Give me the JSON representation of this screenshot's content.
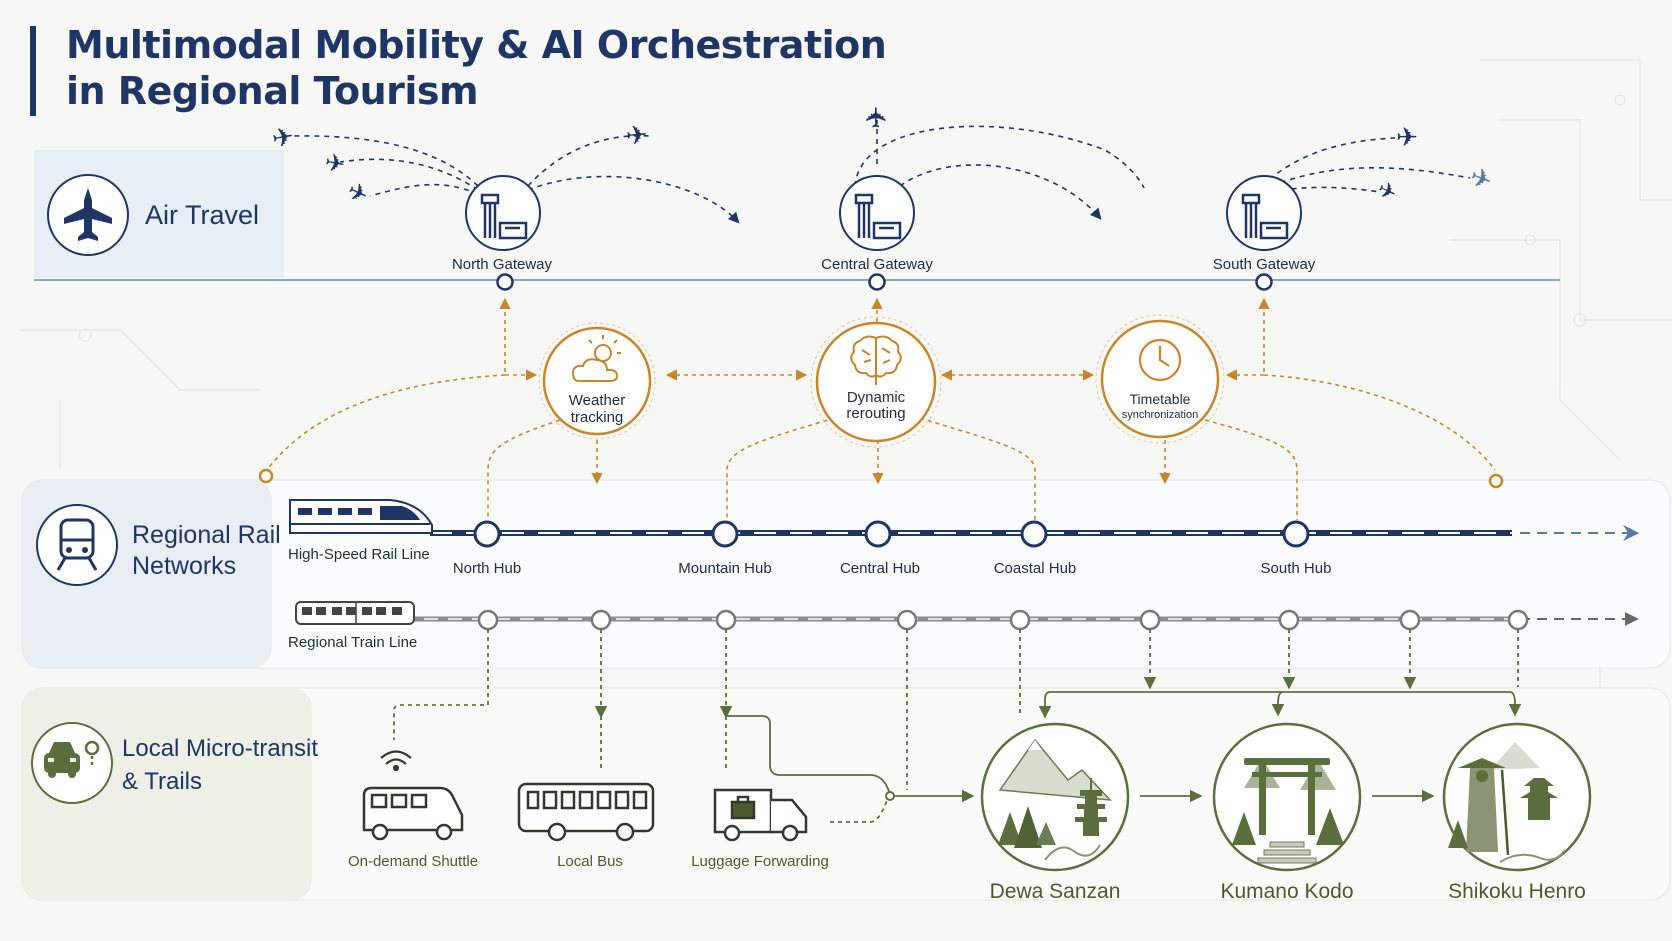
{
  "title": {
    "line1": "Multimodal Mobility & AI Orchestration",
    "line2": "in Regional Tourism"
  },
  "colors": {
    "navy": "#1f3566",
    "gold": "#c8862b",
    "green": "#5b6e3d",
    "air_band": "#e8eef6",
    "rail_band": "#e9eef5",
    "local_band": "#eef0e8"
  },
  "lanes": {
    "air": {
      "label": "Air Travel",
      "icon": "airplane-icon"
    },
    "rail": {
      "label_line1": "Regional Rail",
      "label_line2": "Networks",
      "icon": "train-icon"
    },
    "local": {
      "label_line1": "Local Micro-transit",
      "label_line2": "& Trails",
      "icon": "car-pin-icon"
    }
  },
  "gateways": [
    {
      "label": "North Gateway",
      "icon": "control-tower-icon"
    },
    {
      "label": "Central Gateway",
      "icon": "control-tower-icon"
    },
    {
      "label": "South Gateway",
      "icon": "control-tower-icon"
    }
  ],
  "ai_nodes": [
    {
      "line1": "Weather",
      "line2": "tracking",
      "icon": "cloud-sun-icon"
    },
    {
      "line1": "Dynamic",
      "line2": "rerouting",
      "icon": "brain-icon"
    },
    {
      "line1": "Timetable",
      "line2": "synchronization",
      "icon": "clock-icon"
    }
  ],
  "rail_lines": {
    "high_speed": "High-Speed Rail Line",
    "regional": "Regional Train Line"
  },
  "hubs": [
    "North Hub",
    "Mountain Hub",
    "Central Hub",
    "Coastal Hub",
    "South Hub"
  ],
  "vehicles": [
    {
      "label": "On-demand Shuttle",
      "icon": "shuttle-van-icon"
    },
    {
      "label": "Local Bus",
      "icon": "bus-icon"
    },
    {
      "label": "Luggage Forwarding",
      "icon": "luggage-truck-icon"
    }
  ],
  "destinations": [
    {
      "label": "Dewa Sanzan",
      "icon": "mountain-pagoda-icon"
    },
    {
      "label": "Kumano Kodo",
      "icon": "torii-gate-icon"
    },
    {
      "label": "Shikoku Henro",
      "icon": "pilgrim-temple-icon"
    }
  ]
}
